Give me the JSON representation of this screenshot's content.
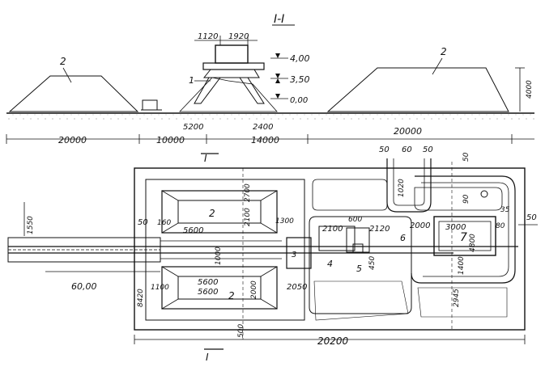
{
  "section": {
    "title": "I-I",
    "width_1": "1120",
    "width_2": "1920",
    "level_top": "4,00",
    "level_mid": "3,50",
    "level_ground": "0,00",
    "pile_label_left": "2",
    "pile_label_right": "2",
    "machine_label": "1",
    "dim_5200": "5200",
    "dim_2400": "2400",
    "dim_4000": "4000",
    "bottom_dims": [
      "20000",
      "10000",
      "14000",
      "20000"
    ]
  },
  "plan": {
    "cut_mark_top": "I",
    "cut_mark_bottom": "I",
    "labels": {
      "pile_top": "2",
      "pile_bottom": "2",
      "item_3": "3",
      "item_4": "4",
      "item_5": "5",
      "item_6": "6",
      "item_7": "7",
      "item_35": "35"
    },
    "dims": {
      "top_50a": "50",
      "top_60": "60",
      "top_50b": "50",
      "top_50c": "50",
      "d_2700_v": "2700",
      "d_1020": "1020",
      "d_90": "90",
      "d_50_right": "50",
      "d_50_left": "50",
      "d_1550": "1550",
      "d_160": "160",
      "d_1300": "1300",
      "d_2100a": "2100",
      "d_600": "600",
      "d_2120": "2120",
      "d_2000": "2000",
      "d_3000": "3000",
      "d_80": "80",
      "d_2100_vert": "2100",
      "d_5600_top": "5600",
      "d_5600_a": "5600",
      "d_5600_b": "5600",
      "d_1000": "1000",
      "d_2050": "2050",
      "d_450": "450",
      "d_1400": "1400",
      "d_4800": "4800",
      "d_2000_vert": "2000",
      "d_1100": "1100",
      "d_6000": "60,00",
      "d_8420": "8420",
      "d_2945": "2945",
      "d_500": "500",
      "d_20200": "20200"
    }
  }
}
